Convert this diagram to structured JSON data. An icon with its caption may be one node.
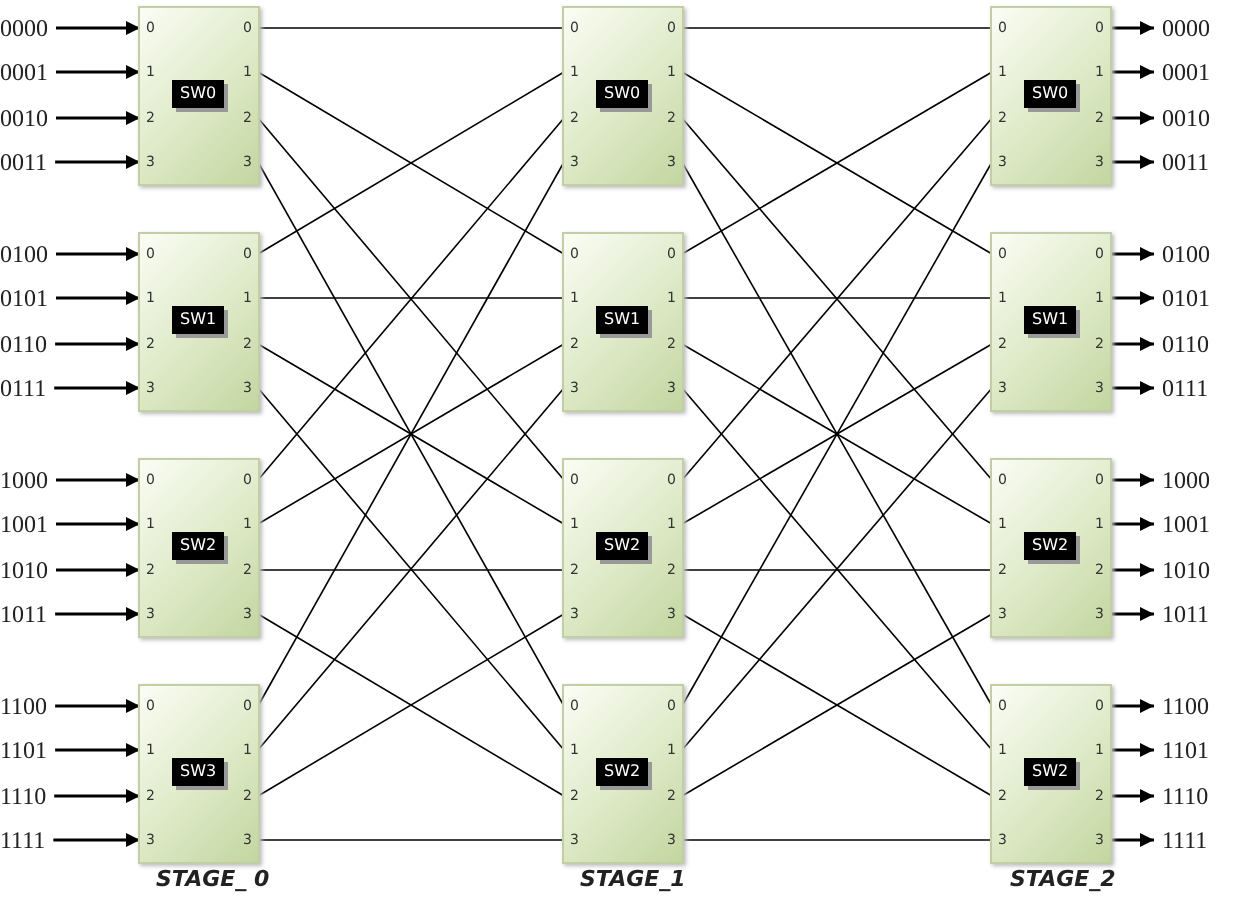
{
  "diagram": {
    "nodes": [
      {
        "text": [
          "0000"
        ]
      },
      {
        "text": [
          "0001"
        ]
      },
      {
        "text": [
          "0010"
        ]
      },
      {
        "text": [
          "0011"
        ]
      },
      {
        "text": [
          "0100"
        ]
      },
      {
        "text": [
          "0101"
        ]
      },
      {
        "text": [
          "0110"
        ]
      },
      {
        "text": [
          "0111"
        ]
      },
      {
        "text": [
          "1000"
        ]
      },
      {
        "text": [
          "1001"
        ]
      },
      {
        "text": [
          "1010"
        ]
      },
      {
        "text": [
          "1011"
        ]
      },
      {
        "text": [
          "1100"
        ]
      },
      {
        "text": [
          "1101"
        ]
      },
      {
        "text": [
          "1110"
        ]
      },
      {
        "text": [
          "1111"
        ]
      },
      {
        "text": [
          "SW0"
        ]
      },
      {
        "text": [
          "0"
        ],
        "in": 16
      },
      {
        "text": [
          "1"
        ],
        "in": 16
      },
      {
        "text": [
          "2"
        ],
        "in": 16
      },
      {
        "text": [
          "3"
        ],
        "in": 16
      },
      {
        "text": [
          "0"
        ],
        "in": 16
      },
      {
        "text": [
          "1"
        ],
        "in": 16
      },
      {
        "text": [
          "2"
        ],
        "in": 16
      },
      {
        "text": [
          "3"
        ],
        "in": 16
      },
      {
        "text": [
          "SW1"
        ]
      },
      {
        "text": [
          "0"
        ],
        "in": 25
      },
      {
        "text": [
          "1"
        ],
        "in": 25
      },
      {
        "text": [
          "2"
        ],
        "in": 25
      },
      {
        "text": [
          "3"
        ],
        "in": 25
      },
      {
        "text": [
          "0"
        ],
        "in": 25
      },
      {
        "text": [
          "1"
        ],
        "in": 25
      },
      {
        "text": [
          "2"
        ],
        "in": 25
      },
      {
        "text": [
          "3"
        ],
        "in": 25
      },
      {
        "text": [
          "SW2"
        ]
      },
      {
        "text": [
          "0"
        ],
        "in": 34
      },
      {
        "text": [
          "1"
        ],
        "in": 34
      },
      {
        "text": [
          "2"
        ],
        "in": 34
      },
      {
        "text": [
          "3"
        ],
        "in": 34
      },
      {
        "text": [
          "0"
        ],
        "in": 34
      },
      {
        "text": [
          "1"
        ],
        "in": 34
      },
      {
        "text": [
          "2"
        ],
        "in": 34
      },
      {
        "text": [
          "3"
        ],
        "in": 34
      },
      {
        "text": [
          "SW3"
        ]
      },
      {
        "text": [
          "0"
        ],
        "in": 43
      },
      {
        "text": [
          "1"
        ],
        "in": 43
      },
      {
        "text": [
          "2"
        ],
        "in": 43
      },
      {
        "text": [
          "3"
        ],
        "in": 43
      },
      {
        "text": [
          "0"
        ],
        "in": 43
      },
      {
        "text": [
          "1"
        ],
        "in": 43
      },
      {
        "text": [
          "2"
        ],
        "in": 43
      },
      {
        "text": [
          "3"
        ],
        "in": 43
      },
      {
        "text": [
          "SW0"
        ]
      },
      {
        "text": [
          "0"
        ],
        "in": 52
      },
      {
        "text": [
          "1"
        ],
        "in": 52
      },
      {
        "text": [
          "2"
        ],
        "in": 52
      },
      {
        "text": [
          "3"
        ],
        "in": 52
      },
      {
        "text": [
          "0"
        ],
        "in": 52
      },
      {
        "text": [
          "1"
        ],
        "in": 52
      },
      {
        "text": [
          "2"
        ],
        "in": 52
      },
      {
        "text": [
          "3"
        ],
        "in": 52
      },
      {
        "text": [
          "SW1"
        ]
      },
      {
        "text": [
          "0"
        ],
        "in": 61
      },
      {
        "text": [
          "1"
        ],
        "in": 61
      },
      {
        "text": [
          "2"
        ],
        "in": 61
      },
      {
        "text": [
          "3"
        ],
        "in": 61
      },
      {
        "text": [
          "0"
        ],
        "in": 61
      },
      {
        "text": [
          "1"
        ],
        "in": 61
      },
      {
        "text": [
          "2"
        ],
        "in": 61
      },
      {
        "text": [
          "3"
        ],
        "in": 61
      },
      {
        "text": [
          "SW2"
        ]
      },
      {
        "text": [
          "0"
        ],
        "in": 70
      },
      {
        "text": [
          "1"
        ],
        "in": 70
      },
      {
        "text": [
          "2"
        ],
        "in": 70
      },
      {
        "text": [
          "3"
        ],
        "in": 70
      },
      {
        "text": [
          "0"
        ],
        "in": 70
      },
      {
        "text": [
          "1"
        ],
        "in": 70
      },
      {
        "text": [
          "2"
        ],
        "in": 70
      },
      {
        "text": [
          "3"
        ],
        "in": 70
      },
      {
        "text": [
          "SW2"
        ]
      },
      {
        "text": [
          "0"
        ],
        "in": 79
      },
      {
        "text": [
          "1"
        ],
        "in": 79
      },
      {
        "text": [
          "2"
        ],
        "in": 79
      },
      {
        "text": [
          "3"
        ],
        "in": 79
      },
      {
        "text": [
          "0"
        ],
        "in": 79
      },
      {
        "text": [
          "1"
        ],
        "in": 79
      },
      {
        "text": [
          "2"
        ],
        "in": 79
      },
      {
        "text": [
          "3"
        ],
        "in": 79
      },
      {
        "text": [
          "SW0"
        ]
      },
      {
        "text": [
          "0"
        ],
        "in": 88
      },
      {
        "text": [
          "1"
        ],
        "in": 88
      },
      {
        "text": [
          "2"
        ],
        "in": 88
      },
      {
        "text": [
          "3"
        ],
        "in": 88
      },
      {
        "text": [
          "0"
        ],
        "in": 88
      },
      {
        "text": [
          "1"
        ],
        "in": 88
      },
      {
        "text": [
          "2"
        ],
        "in": 88
      },
      {
        "text": [
          "3"
        ],
        "in": 88
      },
      {
        "text": [
          "SW1"
        ]
      },
      {
        "text": [
          "0"
        ],
        "in": 97
      },
      {
        "text": [
          "1"
        ],
        "in": 97
      },
      {
        "text": [
          "2"
        ],
        "in": 97
      },
      {
        "text": [
          "3"
        ],
        "in": 97
      },
      {
        "text": [
          "0"
        ],
        "in": 97
      },
      {
        "text": [
          "1"
        ],
        "in": 97
      },
      {
        "text": [
          "2"
        ],
        "in": 97
      },
      {
        "text": [
          "3"
        ],
        "in": 97
      },
      {
        "text": [
          "SW2"
        ]
      },
      {
        "text": [
          "0"
        ],
        "in": 106
      },
      {
        "text": [
          "1"
        ],
        "in": 106
      },
      {
        "text": [
          "2"
        ],
        "in": 106
      },
      {
        "text": [
          "3"
        ],
        "in": 106
      },
      {
        "text": [
          "0"
        ],
        "in": 106
      },
      {
        "text": [
          "1"
        ],
        "in": 106
      },
      {
        "text": [
          "2"
        ],
        "in": 106
      },
      {
        "text": [
          "3"
        ],
        "in": 106
      },
      {
        "text": [
          "SW2"
        ]
      },
      {
        "text": [
          "0"
        ],
        "in": 115
      },
      {
        "text": [
          "1"
        ],
        "in": 115
      },
      {
        "text": [
          "2"
        ],
        "in": 115
      },
      {
        "text": [
          "3"
        ],
        "in": 115
      },
      {
        "text": [
          "0"
        ],
        "in": 115
      },
      {
        "text": [
          "1"
        ],
        "in": 115
      },
      {
        "text": [
          "2"
        ],
        "in": 115
      },
      {
        "text": [
          "3"
        ],
        "in": 115
      },
      {
        "text": [
          "0000"
        ]
      },
      {
        "text": [
          "0001"
        ]
      },
      {
        "text": [
          "0010"
        ]
      },
      {
        "text": [
          "0011"
        ]
      },
      {
        "text": [
          "0100"
        ]
      },
      {
        "text": [
          "0101"
        ]
      },
      {
        "text": [
          "0110"
        ]
      },
      {
        "text": [
          "0111"
        ]
      },
      {
        "text": [
          "1000"
        ]
      },
      {
        "text": [
          "1001"
        ]
      },
      {
        "text": [
          "1010"
        ]
      },
      {
        "text": [
          "1011"
        ]
      },
      {
        "text": [
          "1100"
        ]
      },
      {
        "text": [
          "1101"
        ]
      },
      {
        "text": [
          "1110"
        ]
      },
      {
        "text": [
          "1111"
        ]
      }
    ],
    "edges": [
      {
        "from": 0,
        "to": 17,
        "arrow": "to"
      },
      {
        "from": 1,
        "to": 18,
        "arrow": "to"
      },
      {
        "from": 2,
        "to": 19,
        "arrow": "to"
      },
      {
        "from": 3,
        "to": 20,
        "arrow": "to"
      },
      {
        "from": 4,
        "to": 26,
        "arrow": "to"
      },
      {
        "from": 5,
        "to": 27,
        "arrow": "to"
      },
      {
        "from": 6,
        "to": 28,
        "arrow": "to"
      },
      {
        "from": 7,
        "to": 29,
        "arrow": "to"
      },
      {
        "from": 8,
        "to": 35,
        "arrow": "to"
      },
      {
        "from": 9,
        "to": 36,
        "arrow": "to"
      },
      {
        "from": 10,
        "to": 37,
        "arrow": "to"
      },
      {
        "from": 11,
        "to": 38,
        "arrow": "to"
      },
      {
        "from": 12,
        "to": 44,
        "arrow": "to"
      },
      {
        "from": 13,
        "to": 45,
        "arrow": "to"
      },
      {
        "from": 14,
        "to": 46,
        "arrow": "to"
      },
      {
        "from": 15,
        "to": 47,
        "arrow": "to"
      },
      {
        "from": 21,
        "to": 53,
        "arrow": "none"
      },
      {
        "from": 22,
        "to": 62,
        "arrow": "none"
      },
      {
        "from": 23,
        "to": 71,
        "arrow": "none"
      },
      {
        "from": 24,
        "to": 80,
        "arrow": "none"
      },
      {
        "from": 30,
        "to": 54,
        "arrow": "none"
      },
      {
        "from": 31,
        "to": 63,
        "arrow": "none"
      },
      {
        "from": 32,
        "to": 72,
        "arrow": "none"
      },
      {
        "from": 33,
        "to": 81,
        "arrow": "none"
      },
      {
        "from": 39,
        "to": 55,
        "arrow": "none"
      },
      {
        "from": 40,
        "to": 64,
        "arrow": "none"
      },
      {
        "from": 41,
        "to": 73,
        "arrow": "none"
      },
      {
        "from": 42,
        "to": 82,
        "arrow": "none"
      },
      {
        "from": 48,
        "to": 56,
        "arrow": "none"
      },
      {
        "from": 49,
        "to": 65,
        "arrow": "none"
      },
      {
        "from": 50,
        "to": 74,
        "arrow": "none"
      },
      {
        "from": 51,
        "to": 83,
        "arrow": "none"
      },
      {
        "from": 57,
        "to": 89,
        "arrow": "none"
      },
      {
        "from": 58,
        "to": 98,
        "arrow": "none"
      },
      {
        "from": 59,
        "to": 107,
        "arrow": "none"
      },
      {
        "from": 60,
        "to": 116,
        "arrow": "none"
      },
      {
        "from": 66,
        "to": 90,
        "arrow": "none"
      },
      {
        "from": 67,
        "to": 99,
        "arrow": "none"
      },
      {
        "from": 68,
        "to": 108,
        "arrow": "none"
      },
      {
        "from": 69,
        "to": 117,
        "arrow": "none"
      },
      {
        "from": 75,
        "to": 91,
        "arrow": "none"
      },
      {
        "from": 76,
        "to": 100,
        "arrow": "none"
      },
      {
        "from": 77,
        "to": 109,
        "arrow": "none"
      },
      {
        "from": 78,
        "to": 118,
        "arrow": "none"
      },
      {
        "from": 84,
        "to": 92,
        "arrow": "none"
      },
      {
        "from": 85,
        "to": 101,
        "arrow": "none"
      },
      {
        "from": 86,
        "to": 110,
        "arrow": "none"
      },
      {
        "from": 87,
        "to": 119,
        "arrow": "none"
      },
      {
        "from": 93,
        "to": 124,
        "arrow": "to"
      },
      {
        "from": 94,
        "to": 125,
        "arrow": "to"
      },
      {
        "from": 95,
        "to": 126,
        "arrow": "to"
      },
      {
        "from": 96,
        "to": 127,
        "arrow": "to"
      },
      {
        "from": 102,
        "to": 128,
        "arrow": "to"
      },
      {
        "from": 103,
        "to": 129,
        "arrow": "to"
      },
      {
        "from": 104,
        "to": 130,
        "arrow": "to"
      },
      {
        "from": 105,
        "to": 131,
        "arrow": "to"
      },
      {
        "from": 111,
        "to": 132,
        "arrow": "to"
      },
      {
        "from": 112,
        "to": 133,
        "arrow": "to"
      },
      {
        "from": 113,
        "to": 134,
        "arrow": "to"
      },
      {
        "from": 114,
        "to": 135,
        "arrow": "to"
      },
      {
        "from": 120,
        "to": 136,
        "arrow": "to"
      },
      {
        "from": 121,
        "to": 137,
        "arrow": "to"
      },
      {
        "from": 122,
        "to": 138,
        "arrow": "to"
      },
      {
        "from": 123,
        "to": 139,
        "arrow": "to"
      }
    ],
    "labels": [
      "STAGE_ 0",
      "STAGE_1",
      "STAGE_2"
    ]
  }
}
